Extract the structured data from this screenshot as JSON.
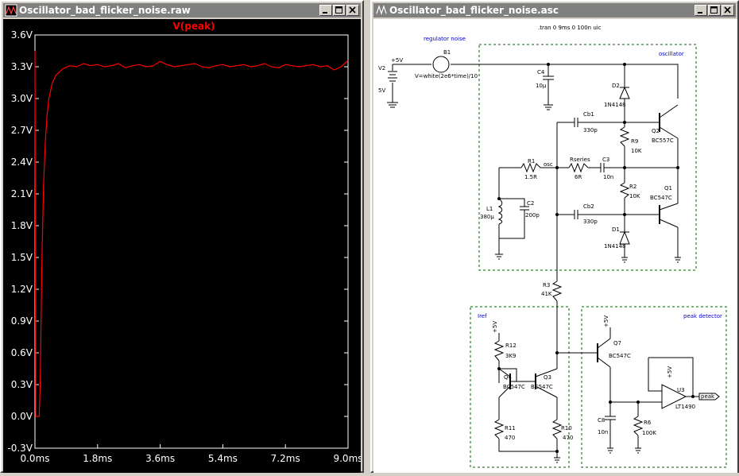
{
  "left_window": {
    "title": "Oscillator_bad_flicker_noise.raw",
    "icon": "waveform-icon"
  },
  "right_window": {
    "title": "Oscillator_bad_flicker_noise.asc",
    "icon": "schematic-icon"
  },
  "window_buttons": [
    "minimize-icon",
    "maximize-icon",
    "close-icon"
  ],
  "chart_data": {
    "type": "line",
    "title": "",
    "series": [
      {
        "name": "V(peak)",
        "color": "#ff0000",
        "x": [
          0.0,
          0.02,
          0.04,
          0.06,
          0.08,
          0.1,
          0.12,
          0.15,
          0.2,
          0.25,
          0.3,
          0.35,
          0.4,
          0.5,
          0.6,
          0.8,
          1.0,
          1.2,
          1.4,
          1.6,
          1.8,
          2.0,
          2.2,
          2.4,
          2.6,
          2.8,
          3.0,
          3.2,
          3.4,
          3.6,
          3.8,
          4.0,
          4.2,
          4.4,
          4.6,
          4.8,
          5.0,
          5.2,
          5.4,
          5.6,
          5.8,
          6.0,
          6.2,
          6.4,
          6.6,
          6.8,
          7.0,
          7.2,
          7.4,
          7.6,
          7.8,
          8.0,
          8.2,
          8.4,
          8.6,
          8.8,
          9.0
        ],
        "y": [
          3.45,
          0.0,
          0.0,
          0.0,
          0.0,
          0.0,
          0.0,
          0.3,
          1.5,
          2.2,
          2.6,
          2.85,
          3.0,
          3.15,
          3.22,
          3.28,
          3.31,
          3.3,
          3.33,
          3.31,
          3.32,
          3.3,
          3.31,
          3.33,
          3.29,
          3.31,
          3.32,
          3.3,
          3.31,
          3.35,
          3.32,
          3.3,
          3.31,
          3.32,
          3.33,
          3.3,
          3.29,
          3.31,
          3.32,
          3.3,
          3.31,
          3.32,
          3.3,
          3.31,
          3.33,
          3.3,
          3.29,
          3.32,
          3.31,
          3.3,
          3.31,
          3.32,
          3.3,
          3.31,
          3.27,
          3.3,
          3.36
        ]
      }
    ],
    "xlabel": "",
    "ylabel": "",
    "xlim": [
      0.0,
      9.0
    ],
    "ylim": [
      -0.3,
      3.6
    ],
    "x_ticks": [
      "0.0ms",
      "1.8ms",
      "3.6ms",
      "5.4ms",
      "7.2ms",
      "9.0ms"
    ],
    "x_tick_values": [
      0.0,
      1.8,
      3.6,
      5.4,
      7.2,
      9.0
    ],
    "y_ticks": [
      "3.6V",
      "3.3V",
      "3.0V",
      "2.7V",
      "2.4V",
      "2.1V",
      "1.8V",
      "1.5V",
      "1.2V",
      "0.9V",
      "0.6V",
      "0.3V",
      "0.0V",
      "-0.3V"
    ],
    "y_tick_values": [
      3.6,
      3.3,
      3.0,
      2.7,
      2.4,
      2.1,
      1.8,
      1.5,
      1.2,
      0.9,
      0.6,
      0.3,
      0.0,
      -0.3
    ],
    "grid": false,
    "legend": "top-center",
    "background": "#000000",
    "axis_color": "#ffffff"
  },
  "schematic": {
    "directive": ".tran 0 9ms 0 100n uic",
    "labels": {
      "regulator_noise": "regulator noise",
      "oscillator": "oscillator",
      "iref": "Iref",
      "peak_detector": "peak detector",
      "v2": "V2",
      "v2_net": "+5V",
      "v2_val": "5V",
      "b1": "B1",
      "b1_expr": "V=white(2e6*time)/10",
      "c4": "C4",
      "c4_val": "10µ",
      "d2": "D2",
      "d2_val": "1N4148",
      "cb1": "Cb1",
      "cb1_val": "330p",
      "r9": "R9",
      "r9_val": "10K",
      "q2": "Q2",
      "q2_val": "BC557C",
      "r1": "R1",
      "r1_val": "1.5R",
      "osc": "osc",
      "rseries": "Rseries",
      "rseries_val": "6R",
      "c3": "C3",
      "c3_val": "10n",
      "r2": "R2",
      "r2_val": "10K",
      "q1": "Q1",
      "q1_val": "BC547C",
      "l1": "L1",
      "l1_val": "380µ",
      "c2": "C2",
      "c2_val": "200p",
      "cb2": "Cb2",
      "cb2_val": "330p",
      "d1": "D1",
      "d1_val": "1N4148",
      "r3": "R3",
      "r3_val": "41K",
      "r12_net": "+5V",
      "r12": "R12",
      "r12_val": "3K9",
      "q4": "Q4",
      "q4_val": "BC547C",
      "q3": "Q3",
      "q3_val": "BC547C",
      "r11": "R11",
      "r11_val": "470",
      "r10": "R10",
      "r10_val": "470",
      "q7_net": "+5V",
      "q7": "Q7",
      "q7_val": "BC547C",
      "u3_net": "+5V",
      "u3": "U3",
      "u3_val": "LT1490",
      "c8": "C8",
      "c8_val": "10n",
      "r6": "R6",
      "r6_val": "100K",
      "peak": "peak"
    }
  }
}
